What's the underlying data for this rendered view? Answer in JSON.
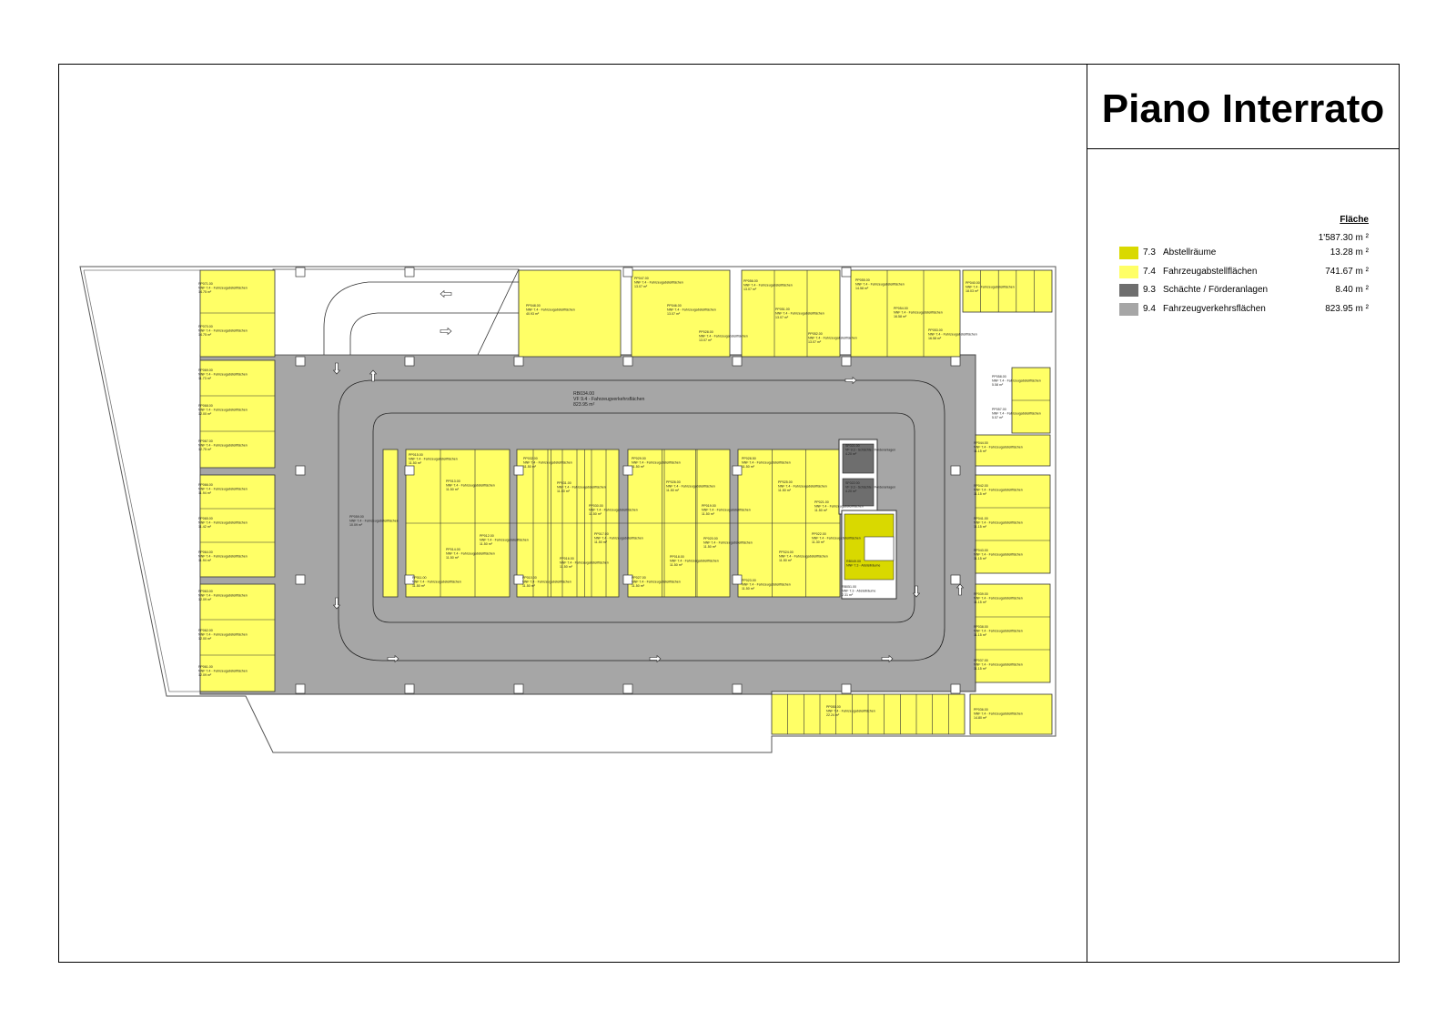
{
  "sheet": {
    "title": "Piano Interrato"
  },
  "legend": {
    "header": "Fläche",
    "total": "1'587.30 m ²",
    "items": [
      {
        "code": "7.3",
        "name": "Abstellräume",
        "value": "13.28 m ²",
        "color": "#d9d900"
      },
      {
        "code": "7.4",
        "name": "Fahrzeugabstellflächen",
        "value": "741.67 m ²",
        "color": "#ffff66"
      },
      {
        "code": "9.3",
        "name": "Schächte / Förderanlagen",
        "value": "8.40 m ²",
        "color": "#6e6e6e"
      },
      {
        "code": "9.4",
        "name": "Fahrzeugverkehrsflächen",
        "value": "823.95 m ²",
        "color": "#a6a6a6"
      }
    ]
  },
  "colors": {
    "parking": "#ffff66",
    "storage": "#d9d900",
    "shaft": "#6e6e6e",
    "traffic": "#a6a6a6"
  },
  "plan": {
    "traffic_label": {
      "id": "RB034.00",
      "type": "VF 9.4 - Fahrzeugverkehrsflächen",
      "area": "823.95 m²"
    },
    "type_label": "NNF 7.4 - Fahrzeugabstellflächen",
    "shaft_label": "VF 9.3 - Schächte / Förderanlagen",
    "spaces": [
      {
        "id": "PP071.00",
        "area": "14.75 m²"
      },
      {
        "id": "PP070.00",
        "area": "14.75 m²"
      },
      {
        "id": "PP069.00",
        "area": "11.73 m²"
      },
      {
        "id": "PP068.00",
        "area": "12.00 m²"
      },
      {
        "id": "PP067.00",
        "area": "12.75 m²"
      },
      {
        "id": "PP066.00",
        "area": "11.94 m²"
      },
      {
        "id": "PP065.00",
        "area": "11.42 m²"
      },
      {
        "id": "PP064.00",
        "area": "11.94 m²"
      },
      {
        "id": "PP063.00",
        "area": "12.09 m²"
      },
      {
        "id": "PP062.00",
        "area": "12.00 m²"
      },
      {
        "id": "PP061.00",
        "area": "12.09 m²"
      },
      {
        "id": "PP048.00",
        "area": "40.93 m²"
      },
      {
        "id": "PP047.00",
        "area": "13.07 m²"
      },
      {
        "id": "PP046.00",
        "area": "13.07 m²"
      },
      {
        "id": "PP028.00",
        "area": "13.07 m²"
      },
      {
        "id": "PP056.00",
        "area": "13.07 m²"
      },
      {
        "id": "PP051.00",
        "area": "13.07 m²"
      },
      {
        "id": "PP052.00",
        "area": "13.07 m²"
      },
      {
        "id": "PP055.00",
        "area": "14.58 m²"
      },
      {
        "id": "PP054.00",
        "area": "16.58 m²"
      },
      {
        "id": "PP053.00",
        "area": "16.58 m²"
      },
      {
        "id": "PP040.00",
        "area": "18.03 m²"
      },
      {
        "id": "PP058.00",
        "area": "5.58 m²"
      },
      {
        "id": "PP057.00",
        "area": "5.57 m²"
      },
      {
        "id": "PP044.00",
        "area": "11.15 m²"
      },
      {
        "id": "PP042.00",
        "area": "11.15 m²"
      },
      {
        "id": "PP041.00",
        "area": "11.15 m²"
      },
      {
        "id": "PP043.00",
        "area": "11.15 m²"
      },
      {
        "id": "PP039.00",
        "area": "11.15 m²"
      },
      {
        "id": "PP038.00",
        "area": "11.15 m²"
      },
      {
        "id": "PP037.00",
        "area": "11.15 m²"
      },
      {
        "id": "PP050.00",
        "area": "22.24 m²"
      },
      {
        "id": "PP036.00",
        "area": "14.80 m²"
      },
      {
        "id": "PP059.00",
        "area": "10.09 m²"
      },
      {
        "id": "PP015.00",
        "area": "11.50 m²"
      },
      {
        "id": "PP013.00",
        "area": "11.50 m²"
      },
      {
        "id": "PP014.00",
        "area": "11.50 m²"
      },
      {
        "id": "PP012.00",
        "area": "11.50 m²"
      },
      {
        "id": "PP011.00",
        "area": "11.50 m²"
      },
      {
        "id": "PP032.00",
        "area": "11.50 m²"
      },
      {
        "id": "PP031.00",
        "area": "11.50 m²"
      },
      {
        "id": "PP030.00",
        "area": "11.50 m²"
      },
      {
        "id": "PP010.00",
        "area": "11.50 m²"
      },
      {
        "id": "PP016.00",
        "area": "11.50 m²"
      },
      {
        "id": "PP017.00",
        "area": "11.50 m²"
      },
      {
        "id": "PP029.00",
        "area": "11.50 m²"
      },
      {
        "id": "PP026.00",
        "area": "11.50 m²"
      },
      {
        "id": "PP027.00",
        "area": "11.50 m²"
      },
      {
        "id": "PP018.00",
        "area": "11.50 m²"
      },
      {
        "id": "PP019.00",
        "area": "11.50 m²"
      },
      {
        "id": "PP020.00",
        "area": "11.50 m²"
      },
      {
        "id": "PP028.50",
        "area": "11.50 m²"
      },
      {
        "id": "PP025.00",
        "area": "11.50 m²"
      },
      {
        "id": "PP024.00",
        "area": "11.50 m²"
      },
      {
        "id": "PP022.00",
        "area": "11.30 m²"
      },
      {
        "id": "PP023.00",
        "area": "11.50 m²"
      },
      {
        "id": "PP021.00",
        "area": "11.50 m²"
      }
    ],
    "shafts": [
      {
        "id": "SF021.00",
        "area": "4.20 m²"
      },
      {
        "id": "SF022.00",
        "area": "4.20 m²"
      }
    ],
    "storage": {
      "id": "RB049.00",
      "label": "NNF 7.3 - Abstellräume"
    },
    "stair_storage": {
      "id": "RB051.00",
      "label": "NNF 7.3 - Abstellräume",
      "area": "2.31 m²"
    }
  }
}
